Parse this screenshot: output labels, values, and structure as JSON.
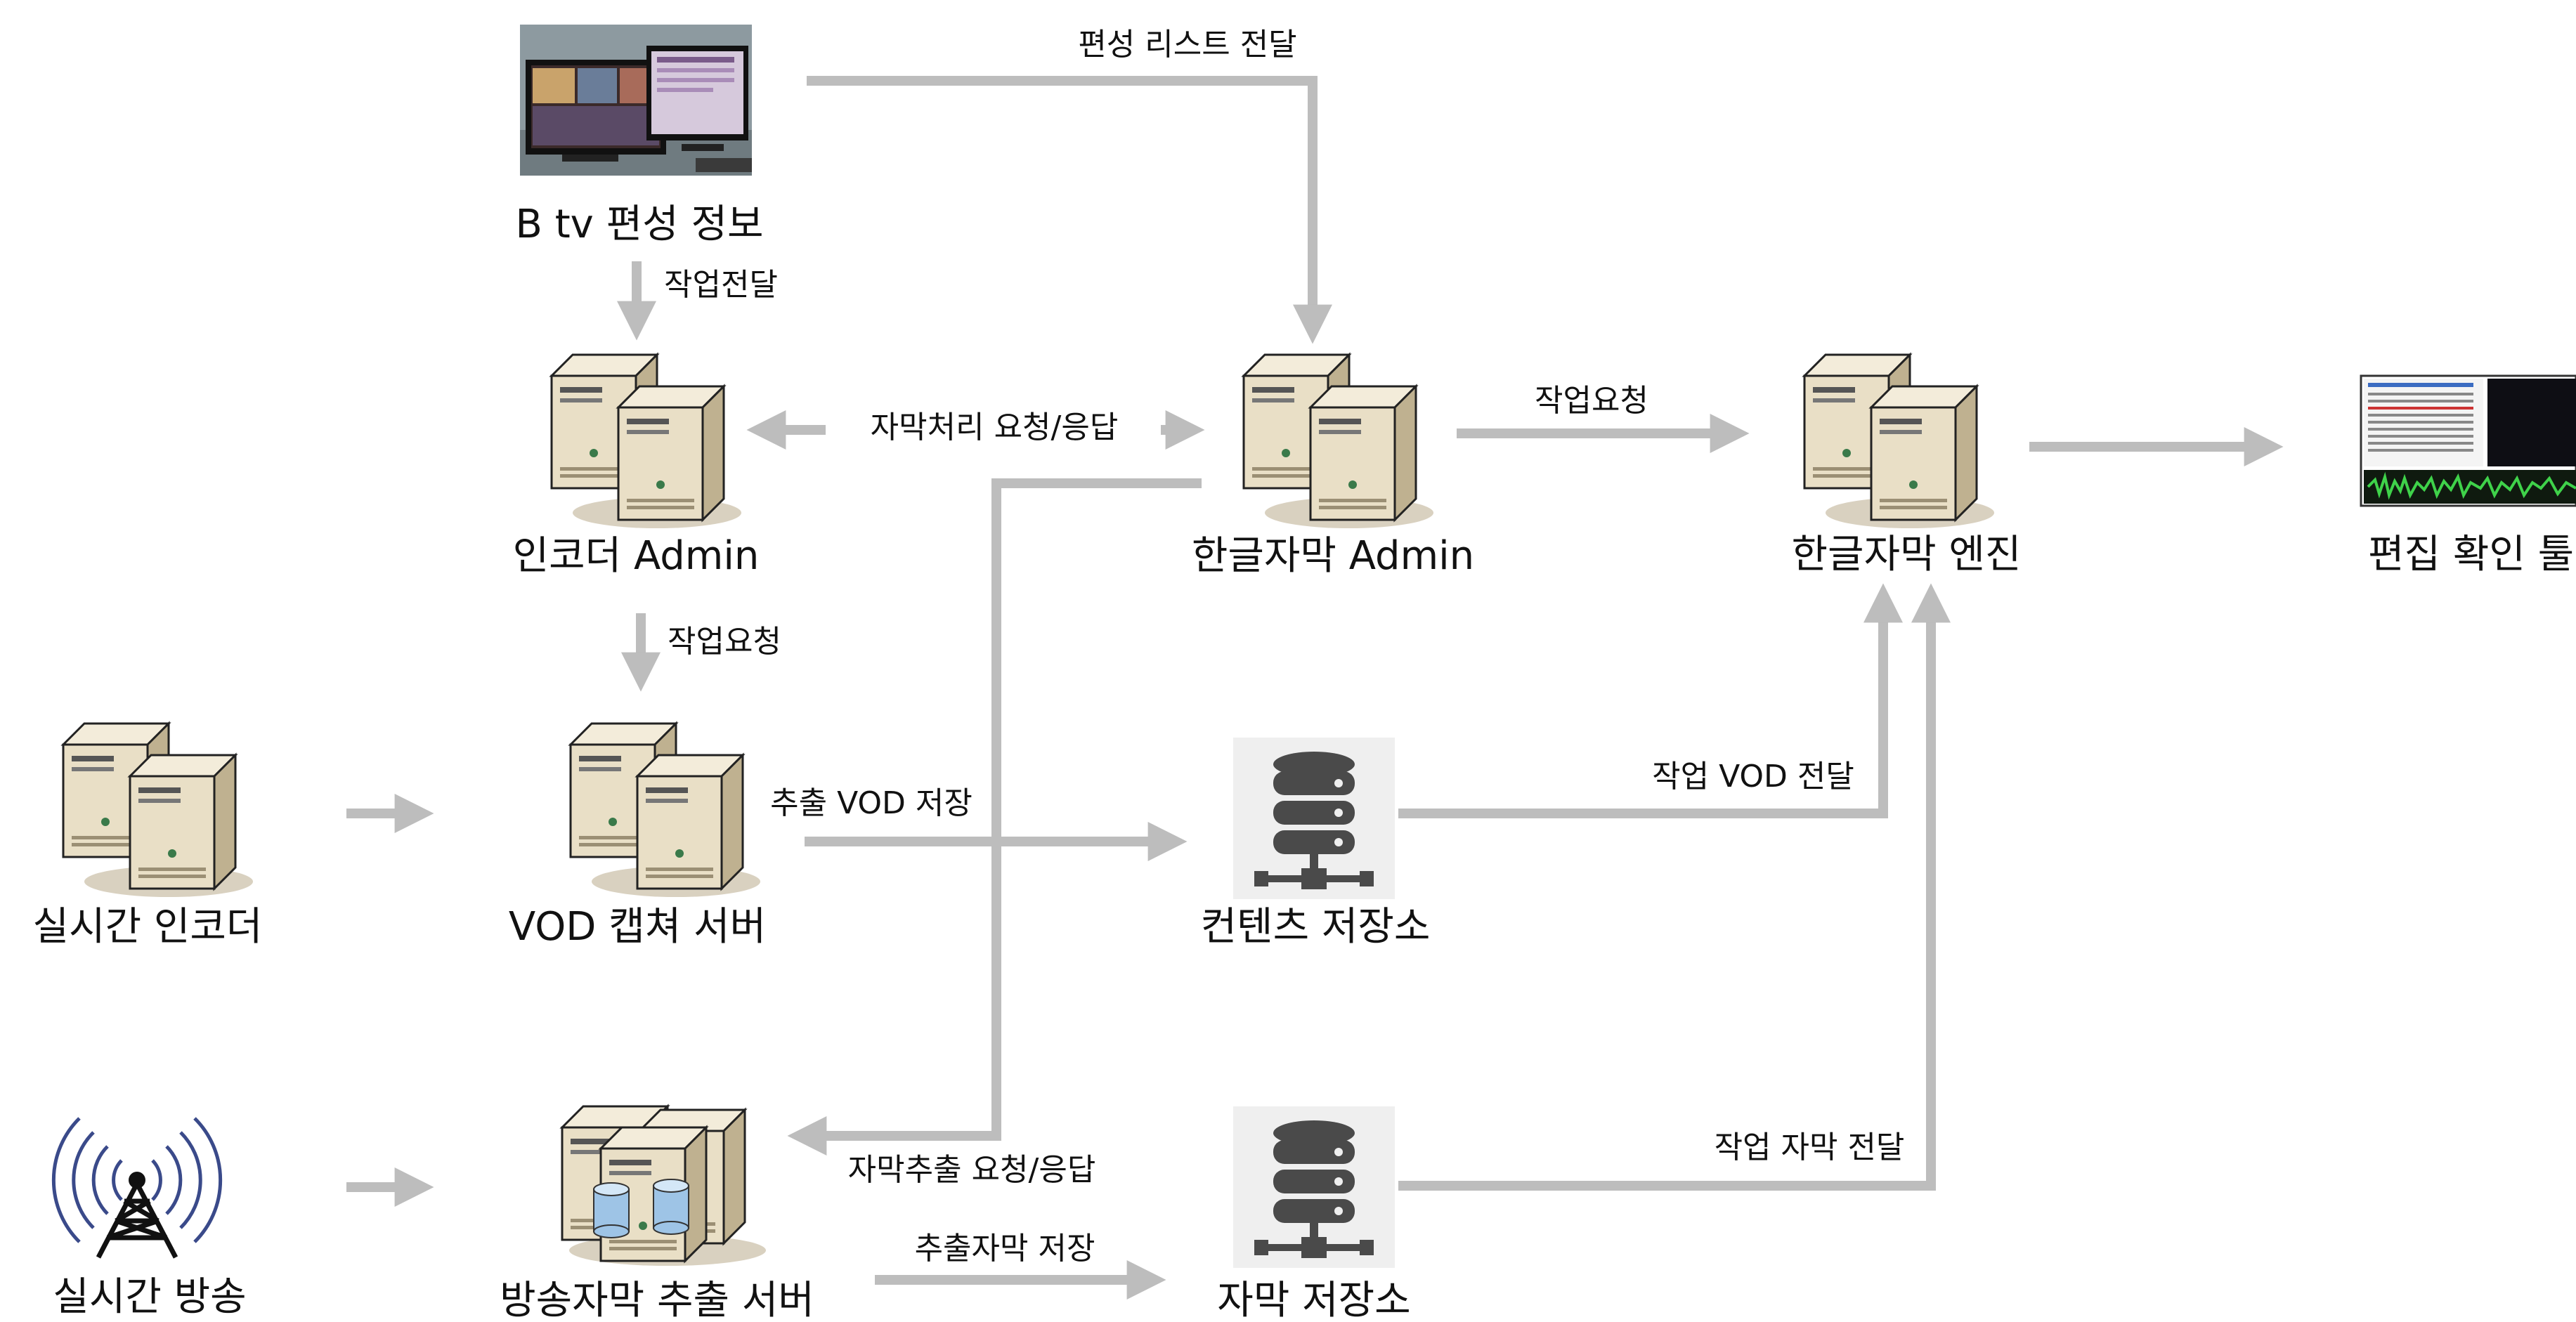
{
  "nodes": {
    "btv_schedule": "B tv 편성 정보",
    "encoder_admin": "인코더 Admin",
    "subtitle_admin": "한글자막 Admin",
    "subtitle_engine": "한글자막 엔진",
    "edit_tool": "편집 확인 툴",
    "realtime_encoder": "실시간 인코더",
    "vod_capture": "VOD 캡쳐 서버",
    "content_storage": "컨텐츠 저장소",
    "realtime_broadcast": "실시간 방송",
    "subtitle_extract_server": "방송자막 추출 서버",
    "subtitle_storage": "자막 저장소"
  },
  "edges": {
    "schedule_list": "편성 리스트 전달",
    "job_delivery": "작업전달",
    "subtitle_req_resp": "자막처리 요청/응답",
    "job_request_engine": "작업요청",
    "job_request_vod": "작업요청",
    "extract_vod_save": "추출 VOD 저장",
    "job_vod_delivery": "작업 VOD 전달",
    "extract_req_resp": "자막추출 요청/응답",
    "extract_sub_save": "추출자막 저장",
    "job_sub_delivery": "작업 자막 전달"
  },
  "colors": {
    "arrow": "#bdbdbd",
    "server_beige": "#e9dfc6",
    "server_shade": "#cfc2a2",
    "db_dark": "#4a4a4a",
    "antenna_blue": "#3a4a8a"
  }
}
